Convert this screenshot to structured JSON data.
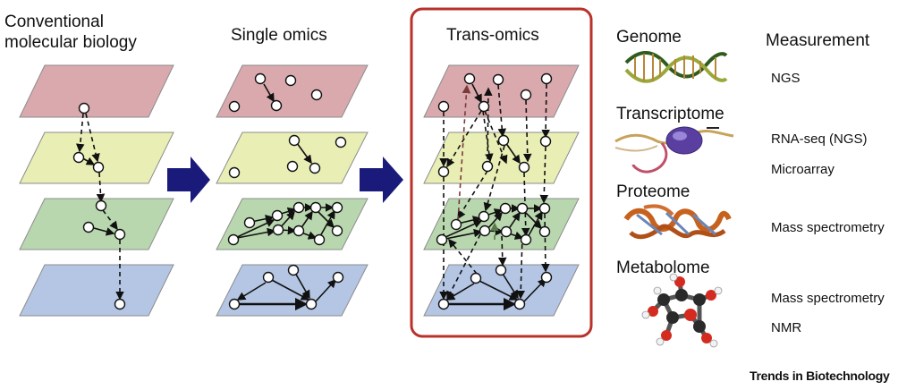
{
  "panels": [
    {
      "id": "conventional",
      "title_lines": [
        "Conventional",
        "molecular biology"
      ]
    },
    {
      "id": "single",
      "title_lines": [
        "Single omics"
      ]
    },
    {
      "id": "trans",
      "title_lines": [
        "Trans-omics"
      ]
    }
  ],
  "omics_layers": [
    {
      "label": "Genome"
    },
    {
      "label": "Transcriptome"
    },
    {
      "label": "Proteome"
    },
    {
      "label": "Metabolome"
    }
  ],
  "measurement": {
    "heading": "Measurement",
    "items": [
      "NGS",
      "RNA-seq (NGS)",
      "Microarray",
      "Mass spectrometry",
      "Mass spectrometry",
      "NMR"
    ]
  },
  "footer": "Trends in Biotechnology",
  "colors": {
    "genome_layer": "#d9a9ad",
    "transcriptome_layer": "#e9eeb4",
    "proteome_layer": "#b9d7ae",
    "metabolome_layer": "#b4c6e4",
    "arrow": "#1a1a7a",
    "trans_frame": "#b8322a"
  }
}
